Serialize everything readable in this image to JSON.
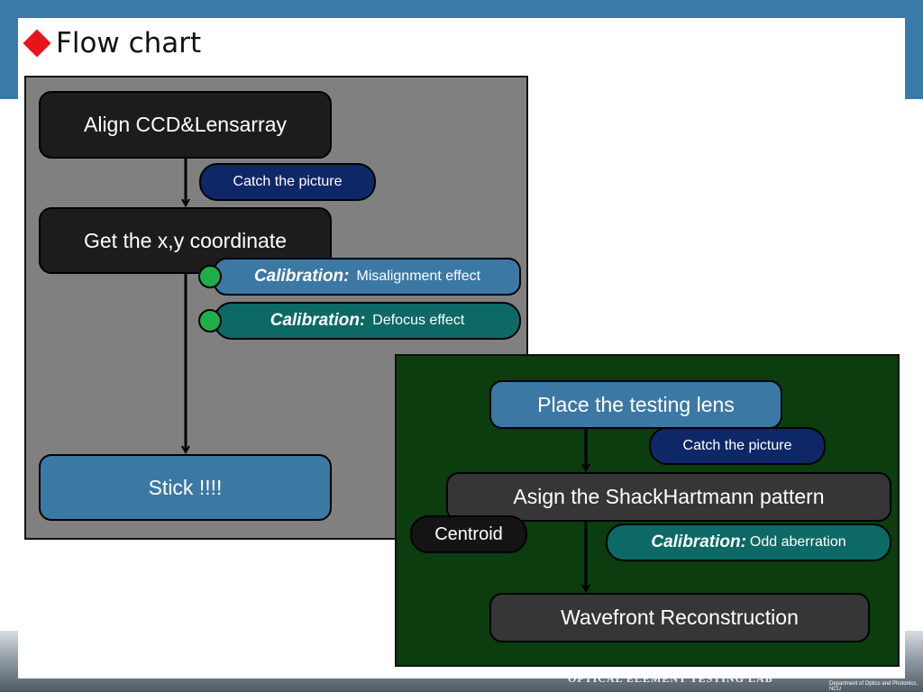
{
  "slide": {
    "title": "Flow chart",
    "footer_lab": "OPTICAL ELEMENT TESTING LAB",
    "footer_dept": "Department of Optics and Photonics, NCU"
  },
  "flow_left": {
    "align": "Align CCD&Lensarray",
    "catch_picture": "Catch the picture",
    "get_xy": "Get the x,y coordinate",
    "calibration_1": {
      "key": "Calibration:",
      "text": "Misalignment effect"
    },
    "calibration_2": {
      "key": "Calibration:",
      "text": "Defocus effect"
    },
    "stick": "Stick !!!!"
  },
  "flow_right": {
    "place_lens": "Place the testing lens",
    "catch_picture": "Catch the picture",
    "asign_pattern": "Asign the ShackHartmann pattern",
    "centroid": "Centroid",
    "calibration_3": {
      "key": "Calibration:",
      "text": "Odd aberration"
    },
    "wavefront": "Wavefront Reconstruction"
  },
  "colors": {
    "header_band": "#3b7aa8",
    "title_diamond": "#e8141b",
    "panel_left": "#808080",
    "panel_right": "#0b3d0e",
    "box_blue": "#3c78a4",
    "box_navy": "#0e2867",
    "box_teal": "#0c6966",
    "dot_green": "#1fae4b"
  }
}
